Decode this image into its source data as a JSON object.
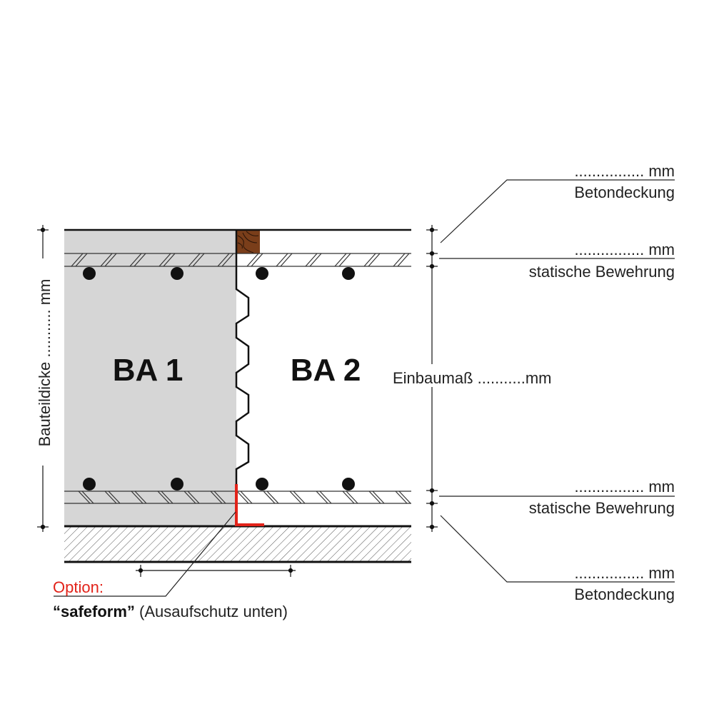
{
  "sections": {
    "left": "BA 1",
    "right": "BA 2"
  },
  "dimensions": {
    "thickness": "Bauteildicke ........... mm",
    "install": "Einbaumaß ...........mm"
  },
  "labels": {
    "top_cover_value": "................ mm",
    "top_cover": "Betondeckung",
    "top_rebar_value": "................ mm",
    "top_rebar": "statische Bewehrung",
    "bottom_rebar_value": "................ mm",
    "bottom_rebar": "statische Bewehrung",
    "bottom_cover_value": "................ mm",
    "bottom_cover": "Betondeckung"
  },
  "option": {
    "title": "Option:",
    "product": "“safeform”",
    "description": " (Ausaufschutz unten)"
  },
  "colors": {
    "concrete": "#d6d6d6",
    "wood": "#7a3e1a",
    "accent": "#e2231a"
  }
}
